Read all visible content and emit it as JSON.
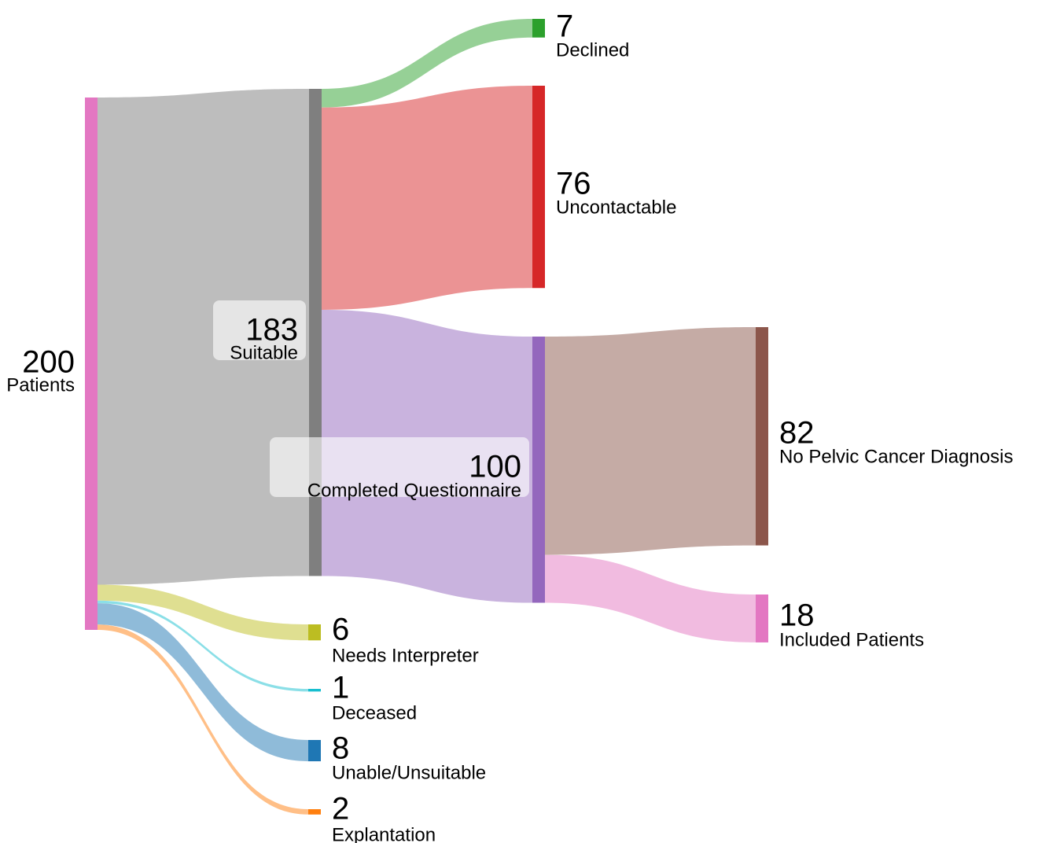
{
  "chart_data": {
    "type": "sankey",
    "nodes": [
      {
        "id": "patients",
        "value": "200",
        "label": "Patients",
        "color": "#e377c2"
      },
      {
        "id": "suitable",
        "value": "183",
        "label": "Suitable",
        "color": "#7f7f7f"
      },
      {
        "id": "declined",
        "value": "7",
        "label": "Declined",
        "color": "#2ca02c"
      },
      {
        "id": "uncontactable",
        "value": "76",
        "label": "Uncontactable",
        "color": "#d62728"
      },
      {
        "id": "completed",
        "value": "100",
        "label": "Completed Questionnaire",
        "color": "#9467bd"
      },
      {
        "id": "no_pelvic",
        "value": "82",
        "label": "No Pelvic Cancer Diagnosis",
        "color": "#8c564b"
      },
      {
        "id": "included",
        "value": "18",
        "label": "Included Patients",
        "color": "#e377c2"
      },
      {
        "id": "interpreter",
        "value": "6",
        "label": "Needs Interpreter",
        "color": "#bcbd22"
      },
      {
        "id": "deceased",
        "value": "1",
        "label": "Deceased",
        "color": "#17becf"
      },
      {
        "id": "unable",
        "value": "8",
        "label": "Unable/Unsuitable",
        "color": "#1f77b4"
      },
      {
        "id": "explantation",
        "value": "2",
        "label": "Explantation",
        "color": "#ff7f0e"
      }
    ],
    "links": [
      {
        "source": "patients",
        "target": "suitable",
        "value": 183,
        "color": "#bdbdbd"
      },
      {
        "source": "patients",
        "target": "interpreter",
        "value": 6,
        "color": "#dfdf91"
      },
      {
        "source": "patients",
        "target": "deceased",
        "value": 1,
        "color": "#8bdfe7"
      },
      {
        "source": "patients",
        "target": "unable",
        "value": 8,
        "color": "#8fbbd9"
      },
      {
        "source": "patients",
        "target": "explantation",
        "value": 2,
        "color": "#ffbf87"
      },
      {
        "source": "suitable",
        "target": "declined",
        "value": 7,
        "color": "#96d096"
      },
      {
        "source": "suitable",
        "target": "uncontactable",
        "value": 76,
        "color": "#eb9394"
      },
      {
        "source": "suitable",
        "target": "completed",
        "value": 100,
        "color": "#c9b3de"
      },
      {
        "source": "completed",
        "target": "no_pelvic",
        "value": 82,
        "color": "#c5aba5"
      },
      {
        "source": "completed",
        "target": "included",
        "value": 18,
        "color": "#f1bbe0"
      }
    ]
  }
}
